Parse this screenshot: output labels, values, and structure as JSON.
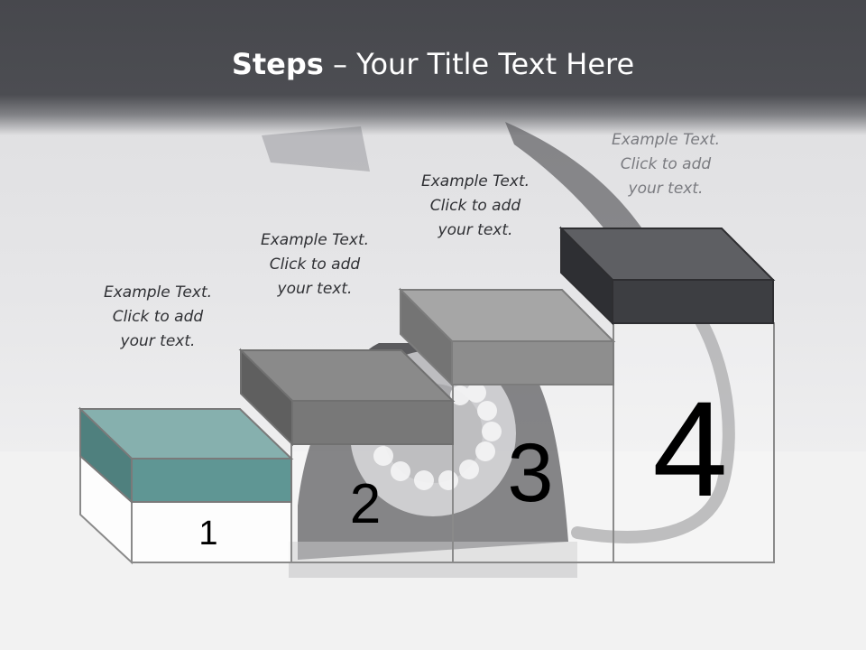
{
  "title": {
    "bold": "Steps",
    "rest": " – Your Title Text Here"
  },
  "steps": [
    {
      "number": "1",
      "lines": [
        "Example Text.",
        "Click  to add",
        "your text."
      ],
      "color": "#5f9e9c"
    },
    {
      "number": "2",
      "lines": [
        "Example Text.",
        "Click  to add",
        "your text."
      ],
      "color": "#7a7a7a"
    },
    {
      "number": "3",
      "lines": [
        "Example Text.",
        "Click  to add",
        "your text."
      ],
      "color": "#8f8f8f"
    },
    {
      "number": "4",
      "lines": [
        "Example Text.",
        "Click  to add",
        "your text."
      ],
      "color": "#3e3f44"
    }
  ]
}
